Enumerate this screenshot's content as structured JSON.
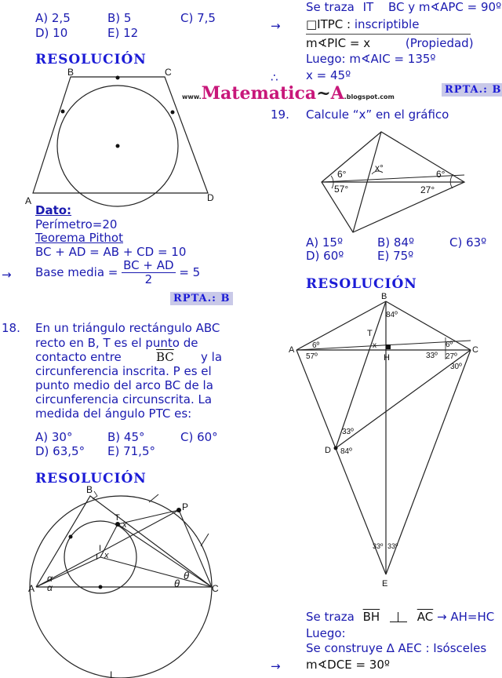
{
  "left": {
    "q17_options": {
      "a": "A) 2,5",
      "b": "B) 5",
      "c": "C) 7,5",
      "d": "D) 10",
      "e": "E) 12"
    },
    "resolucion_1": "RESOLUCIÓN",
    "fig1_labels": {
      "B": "B",
      "C": "C",
      "A": "A",
      "D": "D"
    },
    "dato_title": "Dato:",
    "perimetro": "Perímetro=20",
    "teorema": "Teorema Pithot",
    "equation": "BC + AD = AB + CD = 10",
    "arrow": "→",
    "base_media_label": "Base media =",
    "frac_num": "BC + AD",
    "frac_den": "2",
    "frac_result": "= 5",
    "rpta_1": "RPTA.: B",
    "q18_number": "18.",
    "q18_lines": [
      "En un triángulo rectángulo ABC",
      "recto en B,   T es el punto de",
      "contacto    entre",
      "circunferencia inscrita. P es el",
      "punto medio del arco BC de la",
      "circunferencia     circunscrita.   La",
      "medida del ángulo PTC es:"
    ],
    "q18_bc": "BC",
    "q18_yla": "y   la",
    "q18_options": {
      "a": "A) 30°",
      "b": "B) 45°",
      "c": "C) 60°",
      "d": "D) 63,5°",
      "e": "E) 71,5°"
    },
    "resolucion_2": "RESOLUCIÓN",
    "fig3_labels": {
      "B": "B",
      "T": "T",
      "P": "P",
      "I1": "I",
      "I2": "I",
      "x1": "x",
      "x2": "x",
      "A": "A",
      "C": "C",
      "alpha": "α",
      "theta": "θ",
      "bottom_I": "I"
    }
  },
  "logo": {
    "www": "www.",
    "main": "Matematica",
    "dash": "~",
    "a": "A",
    "blog": ".blogspot.com"
  },
  "right": {
    "line1_a": "Se traza",
    "line1_it": "IT",
    "line1_bc": "BC",
    "line1_rest": "y  m∢APC = 90º",
    "arrow1": "→",
    "line2_box": "□ITPC :",
    "line2_rest": "inscriptible",
    "line3_a": "m∢PIC = x",
    "line3_b": "(Propiedad)",
    "line4": "Luego:  m∢AIC = 135º",
    "therefore": "∴",
    "line5": "x = 45º",
    "rpta_2": "RPTA.: B",
    "q19_number": "19.",
    "q19_text": "Calcule  “x” en el gráfico",
    "fig2_labels": {
      "a6": "6°",
      "a57": "57°",
      "x": "x°",
      "c6": "6°",
      "c27": "27°"
    },
    "q19_options": {
      "a": "A) 15º",
      "b": "B) 84º",
      "c": "C) 63º",
      "d": "D) 60º",
      "e": "E) 75º"
    },
    "resolucion_3": "RESOLUCIÓN",
    "fig4_labels": {
      "B": "B",
      "b84": "84º",
      "T": "T",
      "x": "x",
      "A": "A",
      "a6": "6º",
      "a57": "57º",
      "H": "H",
      "c6": "6º",
      "C": "C",
      "c33": "33º",
      "c27": "27º",
      "c30": "30º",
      "d33": "33º",
      "D": "D",
      "d84": "84º",
      "e33a": "33º",
      "e33b": "33º",
      "E": "E"
    },
    "sol_line1_a": "Se traza",
    "sol_line1_bh": "BH",
    "sol_line1_ac": "AC",
    "sol_line1_rest": "→ AH=HC",
    "sol_line2": "Luego:",
    "sol_line3": "Se construye  ∆ AEC :  Isósceles",
    "arrow2": "→",
    "sol_line4": "m∢DCE = 30º"
  }
}
